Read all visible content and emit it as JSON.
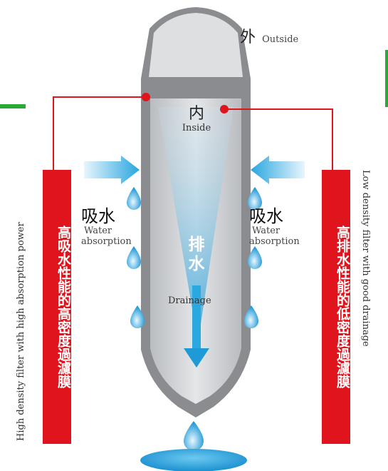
{
  "outside": {
    "zh": "外",
    "en": "Outside"
  },
  "inside": {
    "zh": "内",
    "en": "Inside"
  },
  "drainage": {
    "zh": "排\n水",
    "en": "Drainage"
  },
  "left_absorb": {
    "zh": "吸水",
    "en1": "Water",
    "en2": "absorption"
  },
  "right_absorb": {
    "zh": "吸水",
    "en1": "Water",
    "en2": "absorption"
  },
  "left_label": {
    "zh": "高吸水性能的高密度過濾膜",
    "en": "High density filter with high absorption power"
  },
  "right_label": {
    "zh": "高排水性能的低密度過濾膜",
    "en": "Low density filter with good drainage"
  },
  "colors": {
    "red": "#e0141c",
    "green": "#2aa838",
    "filter_outer": "#8a8c8f",
    "filter_inner": "#c8cacd",
    "water": "#2aa8e0"
  }
}
